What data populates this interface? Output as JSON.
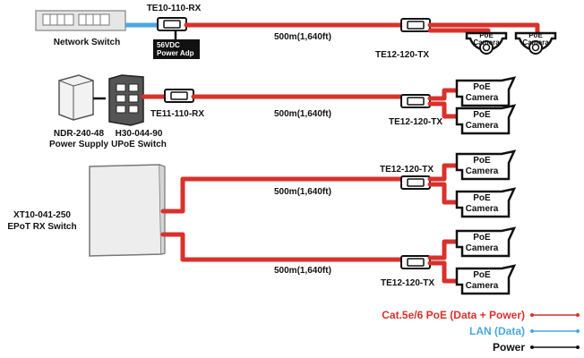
{
  "colors": {
    "poe": "#d9312b",
    "lan": "#4aa8df",
    "power": "#111111"
  },
  "labels": {
    "network_switch": "Network Switch",
    "te10": "TE10-110-RX",
    "adapter_l1": "56VDC",
    "adapter_l2": "Power Adp",
    "te11": "TE11-110-RX",
    "power_supply_l1": "NDR-240-48",
    "power_supply_l2": "Power Supply",
    "upoe_l1": "H30-044-90",
    "upoe_l2": "UPoE Switch",
    "epot_l1": "XT10-041-250",
    "epot_l2": "EPoT RX Switch",
    "te12": "TE12-120-TX",
    "distance": "500m(1,640ft)",
    "cam_l1": "PoE",
    "cam_l2": "Camera"
  },
  "legend": {
    "poe": "Cat.5e/6 PoE (Data + Power)",
    "lan": "LAN (Data)",
    "power": "Power"
  }
}
